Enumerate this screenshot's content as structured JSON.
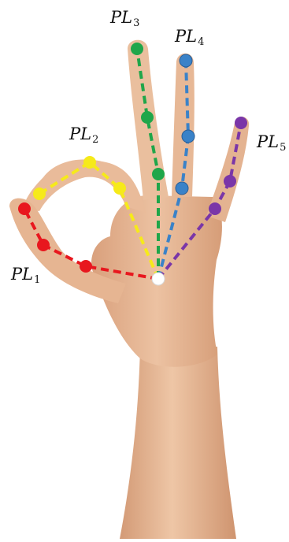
{
  "labels": [
    {
      "text": "PL",
      "sub": "1"
    },
    {
      "text": "PL",
      "sub": "2"
    },
    {
      "text": "PL",
      "sub": "3"
    },
    {
      "text": "PL",
      "sub": "4"
    },
    {
      "text": "PL",
      "sub": "5"
    }
  ],
  "colors": {
    "pl1": "#e8171e",
    "pl2": "#f6ea1a",
    "pl3": "#1fa64a",
    "pl4": "#3a82c8",
    "pl5": "#7a36a8",
    "root": "#ffffff",
    "skin": "#e6b592",
    "skin_shadow": "#c98f6c"
  },
  "chains": [
    {
      "color_key": "pl1",
      "joints": 4
    },
    {
      "color_key": "pl2",
      "joints": 4
    },
    {
      "color_key": "pl3",
      "joints": 4
    },
    {
      "color_key": "pl4",
      "joints": 4
    },
    {
      "color_key": "pl5",
      "joints": 4
    }
  ]
}
